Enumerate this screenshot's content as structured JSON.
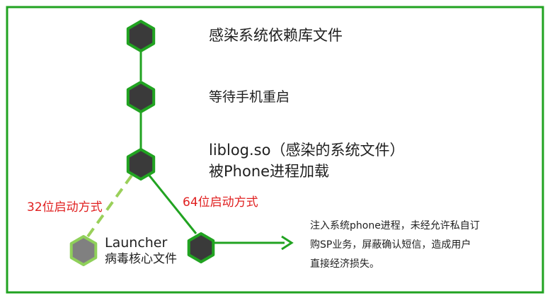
{
  "colors": {
    "frame": "#21a321",
    "line": "#21a321",
    "dashed": "#9ad05a",
    "hex_fill": "#3a3a3a",
    "hex_border": "#21a321",
    "launcher_fill": "#808080",
    "launcher_border": "#8fd05a",
    "red_text": "#e02020",
    "text": "#1f1f1f"
  },
  "steps": {
    "step1": "感染系统依赖库文件",
    "step2": "等待手机重启",
    "step3_line1": "liblog.so（感染的系统文件）",
    "step3_line2": "被Phone进程加载"
  },
  "branches": {
    "left_label": "32位启动方式",
    "right_label": "64位启动方式"
  },
  "launcher": {
    "title": "Launcher",
    "subtitle": "病毒核心文件"
  },
  "result": {
    "line1": "注入系统phone进程，未经允许私自订",
    "line2": "购SP业务，屏蔽确认短信，造成用户",
    "line3": "直接经济损失。"
  }
}
